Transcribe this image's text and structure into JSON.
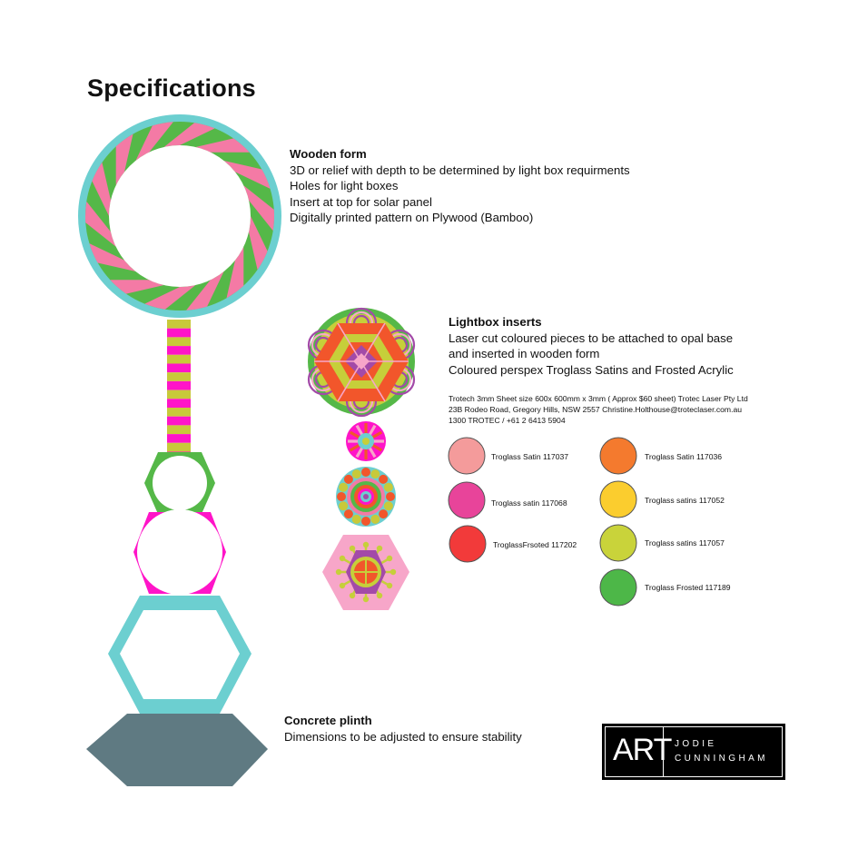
{
  "title": "Specifications",
  "wooden_form": {
    "heading": "Wooden form",
    "lines": [
      "3D or relief with depth to be determined by light box requirments",
      "Holes for light boxes",
      "Insert at top for solar panel",
      "Digitally printed pattern on Plywood (Bamboo)"
    ]
  },
  "lightbox": {
    "heading": "Lightbox inserts",
    "lines": [
      "Laser cut coloured pieces to be attached to opal base",
      "and inserted in wooden form",
      "Coloured perspex Troglass Satins and Frosted Acrylic"
    ]
  },
  "supplier": {
    "lines": [
      "Trotech 3mm Sheet size 600x 600mm x 3mm  ( Approx $60 sheet)   Trotec Laser Pty Ltd",
      "23B Rodeo Road, Gregory Hills, NSW 2557 Christine.Holthouse@troteclaser.com.au",
      "1300 TROTEC / +61 2 6413 5904"
    ]
  },
  "swatches": [
    {
      "label": "Troglass Satin 117037",
      "color": "#f49b9b"
    },
    {
      "label": "Troglass satin 117068",
      "color": "#e8449a"
    },
    {
      "label": "TroglassFrsoted 117202",
      "color": "#f23a3a"
    },
    {
      "label": "Troglass Satin 117036",
      "color": "#f47a2e"
    },
    {
      "label": "Troglass satins 117052",
      "color": "#fbcd2e"
    },
    {
      "label": "Troglass satins 117057",
      "color": "#c9d33a"
    },
    {
      "label": "Troglass Frosted 117189",
      "color": "#4db748"
    }
  ],
  "plinth": {
    "heading": "Concrete plinth",
    "lines": [
      "Dimensions to be adjusted to ensure stability"
    ]
  },
  "logo": {
    "art": "ART",
    "first": "JODIE",
    "last": "CUNNINGHAM"
  },
  "colors": {
    "teal": "#6ccfd0",
    "green": "#55b848",
    "pink": "#f47aa5",
    "magenta": "#ff14c8",
    "olive": "#c8c93a",
    "slate": "#5f7a82",
    "orange": "#f2562b",
    "lime": "#c6cf3a",
    "purple": "#a34aa8",
    "lightpink": "#f7a6c9"
  }
}
